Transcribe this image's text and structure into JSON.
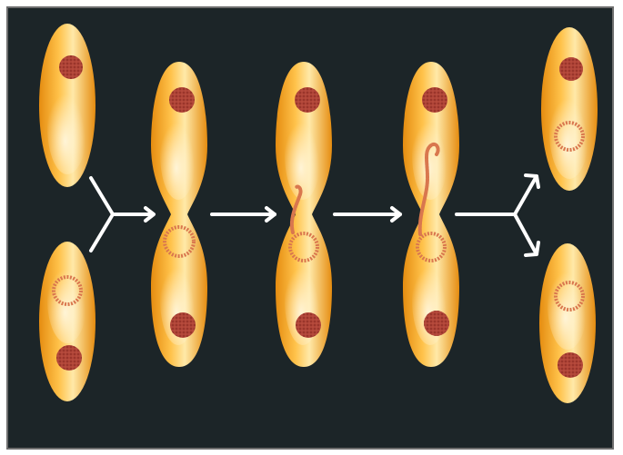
{
  "diagram": {
    "colors": {
      "background": "#1c2528",
      "cell_light": "#fff1c6",
      "cell_mid": "#ffc24a",
      "cell_dark": "#e58c10",
      "chromosome": "#b64a3c",
      "plasmid": "#d9774e",
      "arrow": "#ffffff",
      "frame": "#6e6e6e"
    },
    "cells": [
      {
        "id": "donor-cell",
        "stage": "start"
      },
      {
        "id": "recipient-cell",
        "stage": "start"
      },
      {
        "id": "conjugation-pair-1",
        "stage": "contact"
      },
      {
        "id": "conjugation-pair-2",
        "stage": "transfer-begins"
      },
      {
        "id": "conjugation-pair-3",
        "stage": "transfer-continues"
      },
      {
        "id": "result-cell-top",
        "stage": "end"
      },
      {
        "id": "result-cell-bottom",
        "stage": "end"
      }
    ],
    "arrows": [
      "merge-arrow",
      "step-arrow-1",
      "step-arrow-2",
      "split-arrow"
    ]
  }
}
